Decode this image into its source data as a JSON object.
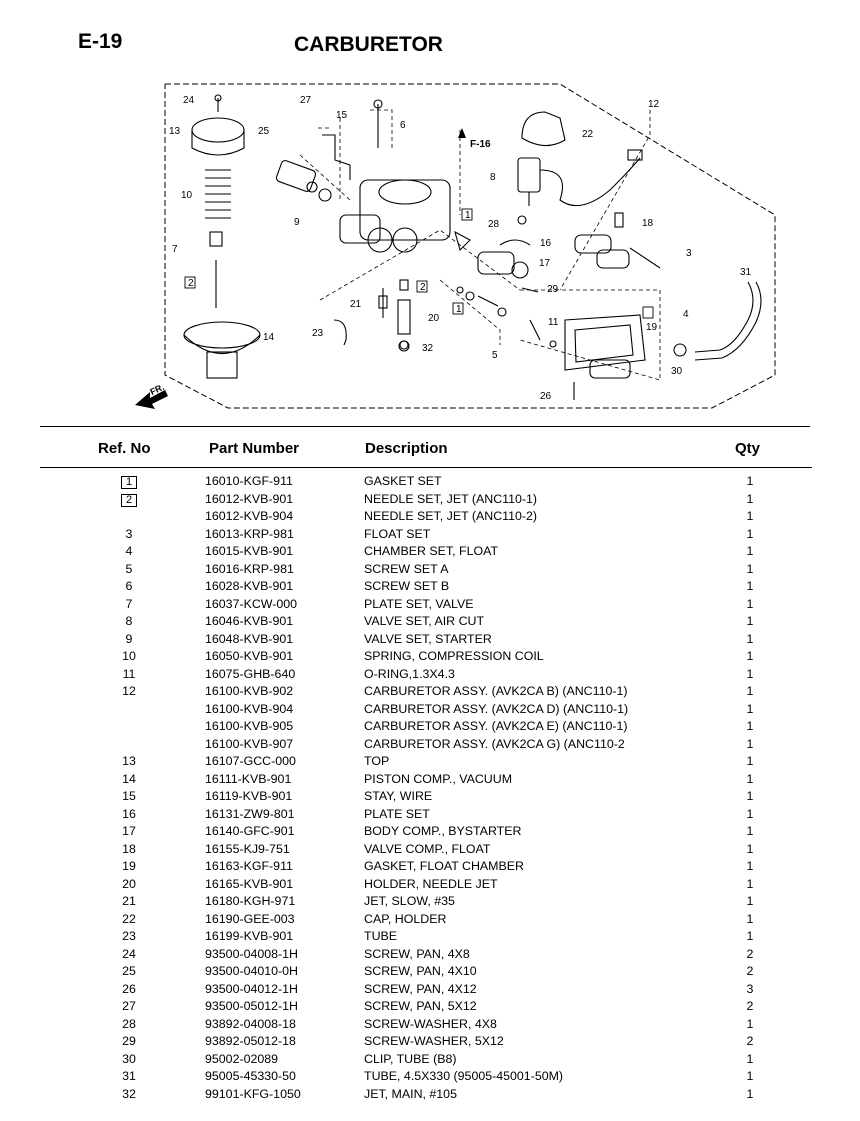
{
  "header": {
    "code": "E-19",
    "title": "CARBURETOR"
  },
  "diagram": {
    "callouts": [
      "24",
      "27",
      "15",
      "6",
      "12",
      "13",
      "25",
      "22",
      "F-16",
      "10",
      "8",
      "9",
      "28",
      "18",
      "16",
      "3",
      "7",
      "17",
      "1",
      "2",
      "29",
      "4",
      "31",
      "21",
      "2",
      "20",
      "11",
      "19",
      "23",
      "1",
      "5",
      "14",
      "32",
      "30",
      "26",
      "FR."
    ]
  },
  "table": {
    "headers": {
      "ref": "Ref. No",
      "part": "Part Number",
      "desc": "Description",
      "qty": "Qty"
    },
    "rows": [
      {
        "ref": "1",
        "boxed": true,
        "part": "16010-KGF-911",
        "desc": "GASKET SET",
        "qty": "1"
      },
      {
        "ref": "2",
        "boxed": true,
        "part": "16012-KVB-901",
        "desc": "NEEDLE SET, JET (ANC110-1)",
        "qty": "1"
      },
      {
        "ref": "",
        "boxed": false,
        "part": "16012-KVB-904",
        "desc": "NEEDLE SET, JET (ANC110-2)",
        "qty": "1"
      },
      {
        "ref": "3",
        "boxed": false,
        "part": "16013-KRP-981",
        "desc": "FLOAT SET",
        "qty": "1"
      },
      {
        "ref": "4",
        "boxed": false,
        "part": "16015-KVB-901",
        "desc": "CHAMBER SET, FLOAT",
        "qty": "1"
      },
      {
        "ref": "5",
        "boxed": false,
        "part": "16016-KRP-981",
        "desc": "SCREW SET A",
        "qty": "1"
      },
      {
        "ref": "6",
        "boxed": false,
        "part": "16028-KVB-901",
        "desc": "SCREW SET B",
        "qty": "1"
      },
      {
        "ref": "7",
        "boxed": false,
        "part": "16037-KCW-000",
        "desc": "PLATE SET, VALVE",
        "qty": "1"
      },
      {
        "ref": "8",
        "boxed": false,
        "part": "16046-KVB-901",
        "desc": "VALVE SET, AIR CUT",
        "qty": "1"
      },
      {
        "ref": "9",
        "boxed": false,
        "part": "16048-KVB-901",
        "desc": "VALVE SET, STARTER",
        "qty": "1"
      },
      {
        "ref": "10",
        "boxed": false,
        "part": "16050-KVB-901",
        "desc": "SPRING, COMPRESSION COIL",
        "qty": "1"
      },
      {
        "ref": "11",
        "boxed": false,
        "part": "16075-GHB-640",
        "desc": "O-RING,1.3X4.3",
        "qty": "1"
      },
      {
        "ref": "12",
        "boxed": false,
        "part": "16100-KVB-902",
        "desc": "CARBURETOR ASSY. (AVK2CA B) (ANC110-1)",
        "qty": "1"
      },
      {
        "ref": "",
        "boxed": false,
        "part": "16100-KVB-904",
        "desc": "CARBURETOR ASSY. (AVK2CA D) (ANC110-1)",
        "qty": "1"
      },
      {
        "ref": "",
        "boxed": false,
        "part": "16100-KVB-905",
        "desc": "CARBURETOR ASSY. (AVK2CA E) (ANC110-1)",
        "qty": "1"
      },
      {
        "ref": "",
        "boxed": false,
        "part": "16100-KVB-907",
        "desc": "CARBURETOR ASSY. (AVK2CA G) (ANC110-2",
        "qty": "1"
      },
      {
        "ref": "13",
        "boxed": false,
        "part": "16107-GCC-000",
        "desc": "TOP",
        "qty": "1"
      },
      {
        "ref": "14",
        "boxed": false,
        "part": "16111-KVB-901",
        "desc": "PISTON COMP., VACUUM",
        "qty": "1"
      },
      {
        "ref": "15",
        "boxed": false,
        "part": "16119-KVB-901",
        "desc": "STAY, WIRE",
        "qty": "1"
      },
      {
        "ref": "16",
        "boxed": false,
        "part": "16131-ZW9-801",
        "desc": "PLATE SET",
        "qty": "1"
      },
      {
        "ref": "17",
        "boxed": false,
        "part": "16140-GFC-901",
        "desc": "BODY COMP., BYSTARTER",
        "qty": "1"
      },
      {
        "ref": "18",
        "boxed": false,
        "part": "16155-KJ9-751",
        "desc": "VALVE COMP., FLOAT",
        "qty": "1"
      },
      {
        "ref": "19",
        "boxed": false,
        "part": "16163-KGF-911",
        "desc": "GASKET, FLOAT CHAMBER",
        "qty": "1"
      },
      {
        "ref": "20",
        "boxed": false,
        "part": "16165-KVB-901",
        "desc": "HOLDER, NEEDLE JET",
        "qty": "1"
      },
      {
        "ref": "21",
        "boxed": false,
        "part": "16180-KGH-971",
        "desc": "JET, SLOW, #35",
        "qty": "1"
      },
      {
        "ref": "22",
        "boxed": false,
        "part": "16190-GEE-003",
        "desc": "CAP, HOLDER",
        "qty": "1"
      },
      {
        "ref": "23",
        "boxed": false,
        "part": "16199-KVB-901",
        "desc": "TUBE",
        "qty": "1"
      },
      {
        "ref": "24",
        "boxed": false,
        "part": "93500-04008-1H",
        "desc": "SCREW, PAN, 4X8",
        "qty": "2"
      },
      {
        "ref": "25",
        "boxed": false,
        "part": "93500-04010-0H",
        "desc": "SCREW, PAN, 4X10",
        "qty": "2"
      },
      {
        "ref": "26",
        "boxed": false,
        "part": "93500-04012-1H",
        "desc": "SCREW, PAN, 4X12",
        "qty": "3"
      },
      {
        "ref": "27",
        "boxed": false,
        "part": "93500-05012-1H",
        "desc": "SCREW, PAN, 5X12",
        "qty": "2"
      },
      {
        "ref": "28",
        "boxed": false,
        "part": "93892-04008-18",
        "desc": "SCREW-WASHER, 4X8",
        "qty": "1"
      },
      {
        "ref": "29",
        "boxed": false,
        "part": "93892-05012-18",
        "desc": "SCREW-WASHER, 5X12",
        "qty": "2"
      },
      {
        "ref": "30",
        "boxed": false,
        "part": "95002-02089",
        "desc": "CLIP, TUBE (B8)",
        "qty": "1"
      },
      {
        "ref": "31",
        "boxed": false,
        "part": "95005-45330-50",
        "desc": "TUBE, 4.5X330 (95005-45001-50M)",
        "qty": "1"
      },
      {
        "ref": "32",
        "boxed": false,
        "part": "99101-KFG-1050",
        "desc": "JET, MAIN, #105",
        "qty": "1"
      }
    ]
  }
}
